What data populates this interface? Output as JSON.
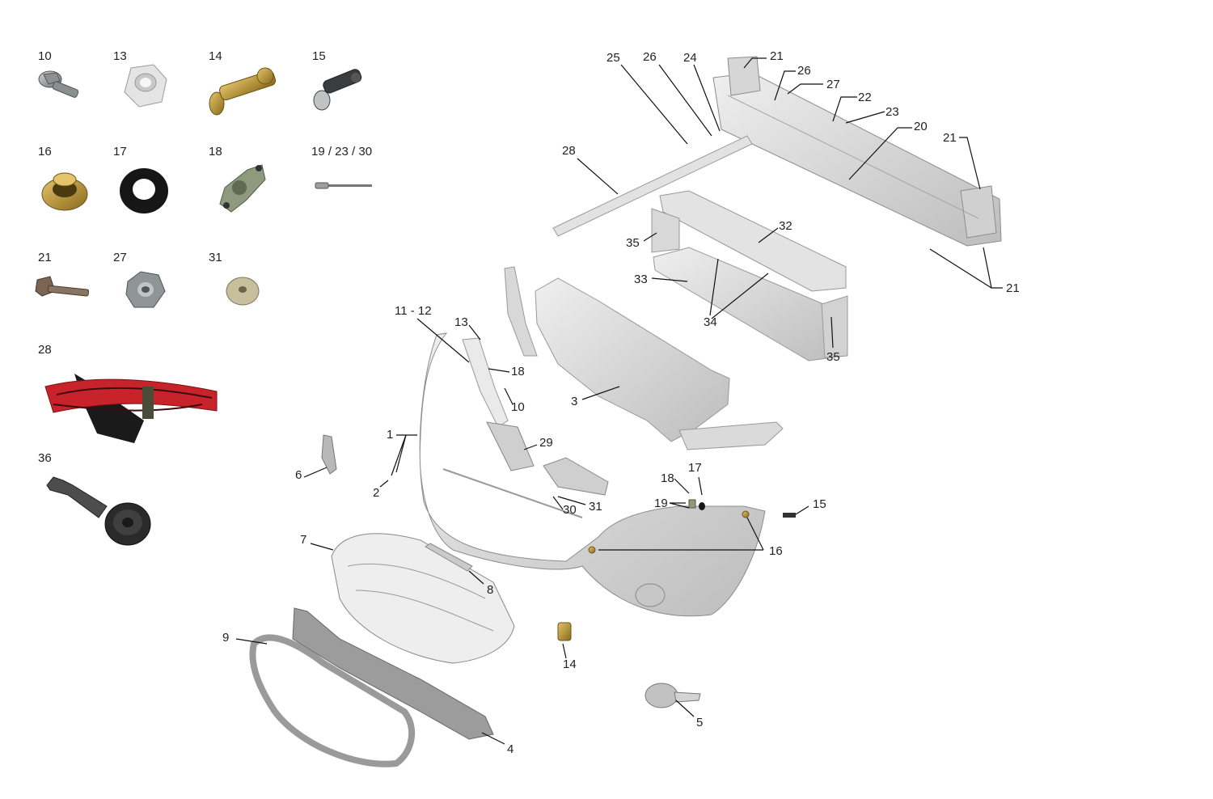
{
  "hardware": [
    {
      "key": "h10",
      "label": "10"
    },
    {
      "key": "h13",
      "label": "13"
    },
    {
      "key": "h14",
      "label": "14"
    },
    {
      "key": "h15",
      "label": "15"
    },
    {
      "key": "h16",
      "label": "16"
    },
    {
      "key": "h17",
      "label": "17"
    },
    {
      "key": "h18",
      "label": "18"
    },
    {
      "key": "h19_23_30",
      "label": "19 / 23 / 30"
    },
    {
      "key": "h21",
      "label": "21"
    },
    {
      "key": "h27",
      "label": "27"
    },
    {
      "key": "h31",
      "label": "31"
    },
    {
      "key": "h28",
      "label": "28"
    },
    {
      "key": "h36",
      "label": "36"
    }
  ],
  "callouts": [
    {
      "label": "25"
    },
    {
      "label": "26"
    },
    {
      "label": "24"
    },
    {
      "label": "21"
    },
    {
      "label": "26"
    },
    {
      "label": "27"
    },
    {
      "label": "22"
    },
    {
      "label": "23"
    },
    {
      "label": "20"
    },
    {
      "label": "21"
    },
    {
      "label": "28"
    },
    {
      "label": "32"
    },
    {
      "label": "35"
    },
    {
      "label": "33"
    },
    {
      "label": "34"
    },
    {
      "label": "35"
    },
    {
      "label": "21"
    },
    {
      "label": "11 - 12"
    },
    {
      "label": "13"
    },
    {
      "label": "18"
    },
    {
      "label": "10"
    },
    {
      "label": "3"
    },
    {
      "label": "1"
    },
    {
      "label": "29"
    },
    {
      "label": "6"
    },
    {
      "label": "2"
    },
    {
      "label": "18"
    },
    {
      "label": "17"
    },
    {
      "label": "19"
    },
    {
      "label": "15"
    },
    {
      "label": "30"
    },
    {
      "label": "31"
    },
    {
      "label": "16"
    },
    {
      "label": "7"
    },
    {
      "label": "8"
    },
    {
      "label": "9"
    },
    {
      "label": "14"
    },
    {
      "label": "5"
    },
    {
      "label": "4"
    }
  ],
  "colors": {
    "part_fill": "#dcdcdc",
    "part_stroke": "#8c8c8c",
    "leader": "#111111",
    "strap_red": "#c8232a",
    "brass": "#b08a2e",
    "dark_hw": "#2a2a2a"
  }
}
